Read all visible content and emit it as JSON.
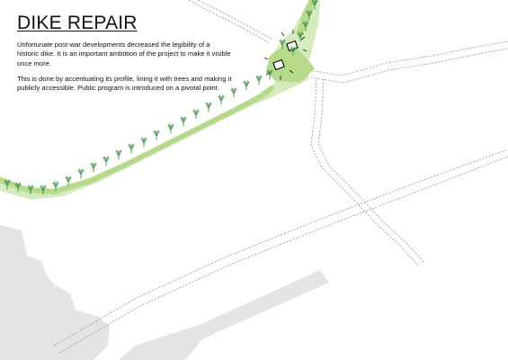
{
  "title": "DIKE REPAIR",
  "paragraphs": [
    "Unfortunate post-war developments decreased the legibility of a historic dike. It is an important ambtition of the project to make it visible once more.",
    "This is done by accentuating its profile, lining it with trees and making it publicly accessible. Public program is introduced on a pivotal point."
  ],
  "colors": {
    "dike_green": "#b6d98a",
    "dike_green_light": "#d6ebbd",
    "tree_green": "#3e8f47",
    "road_gray": "#9a9a9a",
    "building_gray": "#e4e4e4"
  }
}
